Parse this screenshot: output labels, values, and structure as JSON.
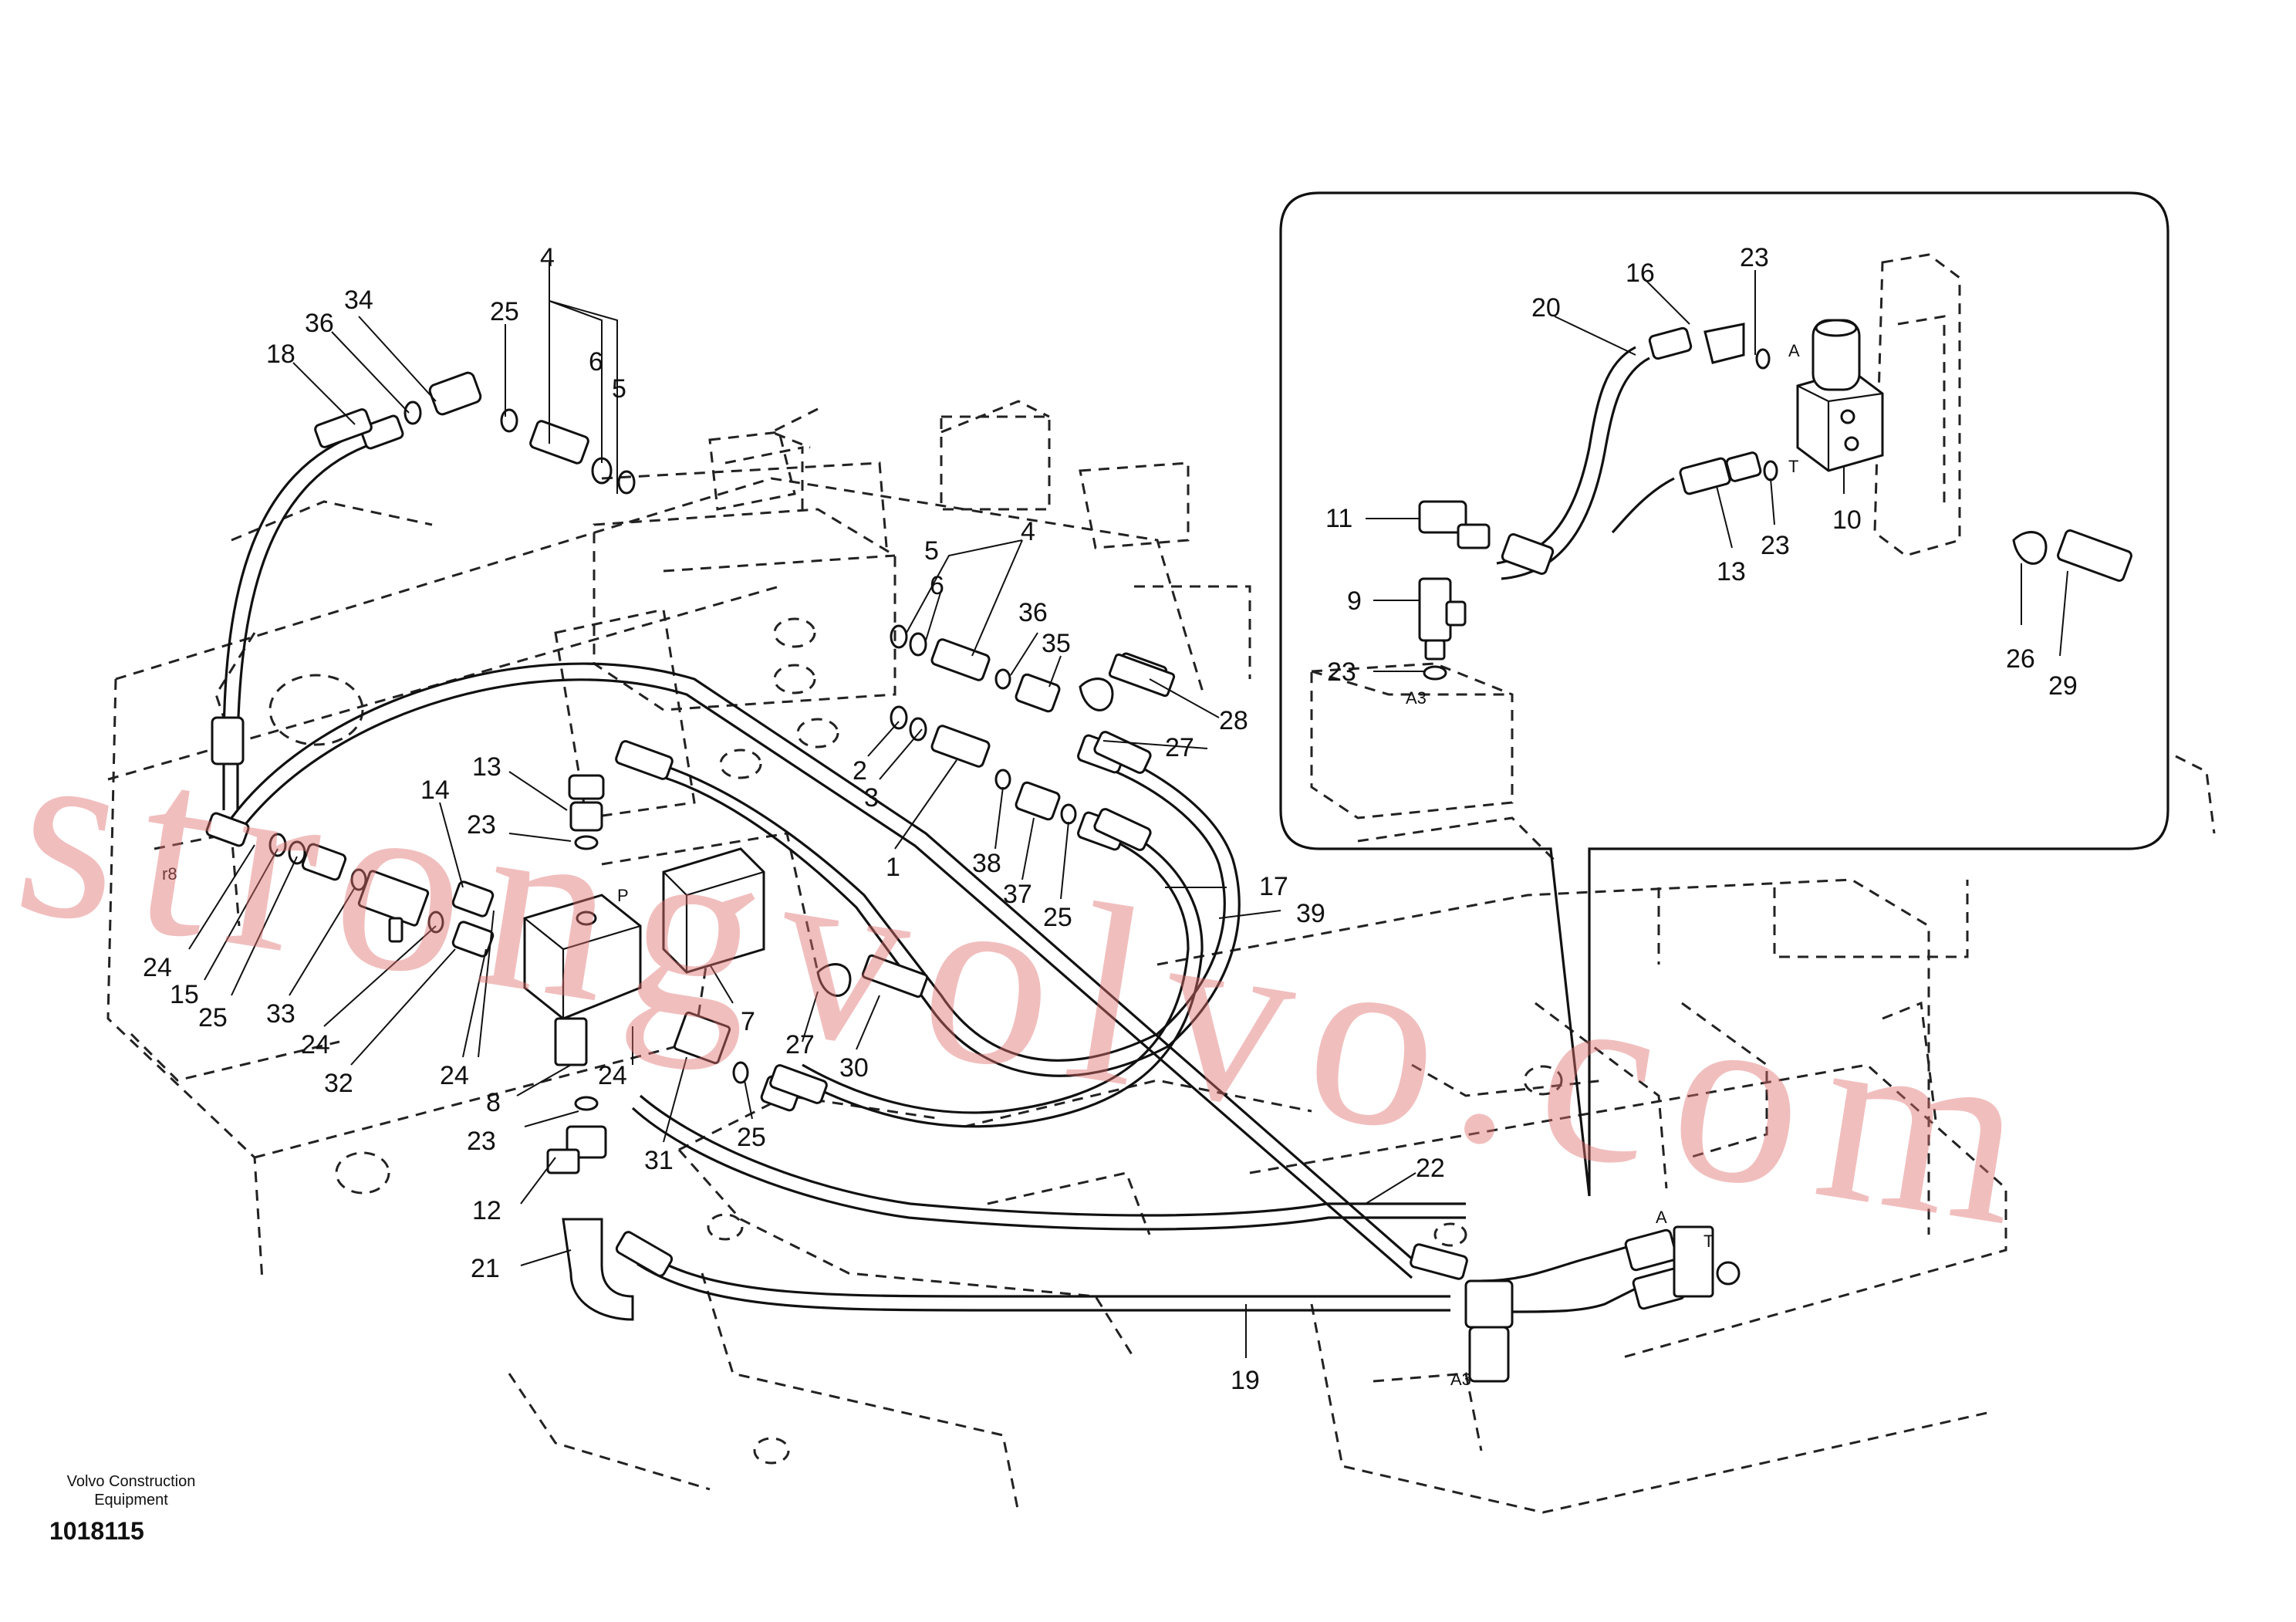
{
  "watermark": "strongvolvo.com",
  "footer": {
    "brand_line1": "Volvo Construction",
    "brand_line2": "Equipment",
    "drawing_id": "1018115"
  },
  "callouts": [
    {
      "id": "c-4-top",
      "text": "4"
    },
    {
      "id": "c-34",
      "text": "34"
    },
    {
      "id": "c-36-top",
      "text": "36"
    },
    {
      "id": "c-18",
      "text": "18"
    },
    {
      "id": "c-25-top",
      "text": "25"
    },
    {
      "id": "c-6-top",
      "text": "6"
    },
    {
      "id": "c-5-top",
      "text": "5"
    },
    {
      "id": "c-4-mid",
      "text": "4"
    },
    {
      "id": "c-5-mid",
      "text": "5"
    },
    {
      "id": "c-6-mid",
      "text": "6"
    },
    {
      "id": "c-36-mid",
      "text": "36"
    },
    {
      "id": "c-35",
      "text": "35"
    },
    {
      "id": "c-28",
      "text": "28"
    },
    {
      "id": "c-27-right",
      "text": "27"
    },
    {
      "id": "c-2",
      "text": "2"
    },
    {
      "id": "c-3",
      "text": "3"
    },
    {
      "id": "c-1",
      "text": "1"
    },
    {
      "id": "c-38",
      "text": "38"
    },
    {
      "id": "c-37",
      "text": "37"
    },
    {
      "id": "c-25-mid",
      "text": "25"
    },
    {
      "id": "c-17",
      "text": "17"
    },
    {
      "id": "c-39",
      "text": "39"
    },
    {
      "id": "c-13-left",
      "text": "13"
    },
    {
      "id": "c-14",
      "text": "14"
    },
    {
      "id": "c-23-left",
      "text": "23"
    },
    {
      "id": "c-24-a",
      "text": "24"
    },
    {
      "id": "c-15",
      "text": "15"
    },
    {
      "id": "c-25-left",
      "text": "25"
    },
    {
      "id": "c-33",
      "text": "33"
    },
    {
      "id": "c-24-b",
      "text": "24"
    },
    {
      "id": "c-32",
      "text": "32"
    },
    {
      "id": "c-24-c",
      "text": "24"
    },
    {
      "id": "c-24-d",
      "text": "24"
    },
    {
      "id": "c-8",
      "text": "8"
    },
    {
      "id": "c-7",
      "text": "7"
    },
    {
      "id": "c-27-mid",
      "text": "27"
    },
    {
      "id": "c-30",
      "text": "30"
    },
    {
      "id": "c-23-bottom",
      "text": "23"
    },
    {
      "id": "c-31",
      "text": "31"
    },
    {
      "id": "c-25-bottom",
      "text": "25"
    },
    {
      "id": "c-12",
      "text": "12"
    },
    {
      "id": "c-21",
      "text": "21"
    },
    {
      "id": "c-22",
      "text": "22"
    },
    {
      "id": "c-19",
      "text": "19"
    },
    {
      "id": "c-16",
      "text": "16"
    },
    {
      "id": "c-23-inset-top",
      "text": "23"
    },
    {
      "id": "c-20",
      "text": "20"
    },
    {
      "id": "c-11",
      "text": "11"
    },
    {
      "id": "c-9",
      "text": "9"
    },
    {
      "id": "c-23-inset-left",
      "text": "23"
    },
    {
      "id": "c-13-inset",
      "text": "13"
    },
    {
      "id": "c-23-inset-mid",
      "text": "23"
    },
    {
      "id": "c-10",
      "text": "10"
    },
    {
      "id": "c-26",
      "text": "26"
    },
    {
      "id": "c-29",
      "text": "29"
    }
  ],
  "port_labels": [
    {
      "id": "p-a-inset",
      "text": "A"
    },
    {
      "id": "p-t-inset",
      "text": "T"
    },
    {
      "id": "p-a3-inset",
      "text": "A3"
    },
    {
      "id": "p-a-main",
      "text": "A"
    },
    {
      "id": "p-t-main",
      "text": "T"
    },
    {
      "id": "p-a3-main",
      "text": "A3"
    },
    {
      "id": "p-p-valve",
      "text": "P"
    },
    {
      "id": "p-r8",
      "text": "r8"
    }
  ]
}
